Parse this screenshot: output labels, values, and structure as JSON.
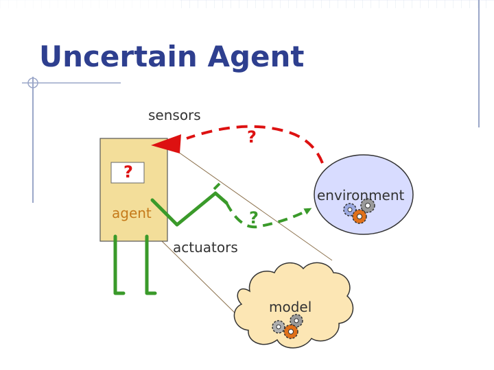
{
  "slide": {
    "title": "Uncertain Agent",
    "labels": {
      "sensors": "sensors",
      "agent": "agent",
      "environment": "environment",
      "actuators": "actuators",
      "model": "model"
    },
    "question_marks": {
      "sensor_link": "?",
      "agent_box": "?",
      "actuator_link": "?"
    },
    "colors": {
      "title": "#2e3f8f",
      "sensor_arrow": "#dd1111",
      "actuator_arrow": "#3a9a2a",
      "agent_body": "#f3de9a",
      "environment": "#d8dcff",
      "model_cloud": "#fce6b4",
      "agent_label": "#c57a1a"
    }
  }
}
